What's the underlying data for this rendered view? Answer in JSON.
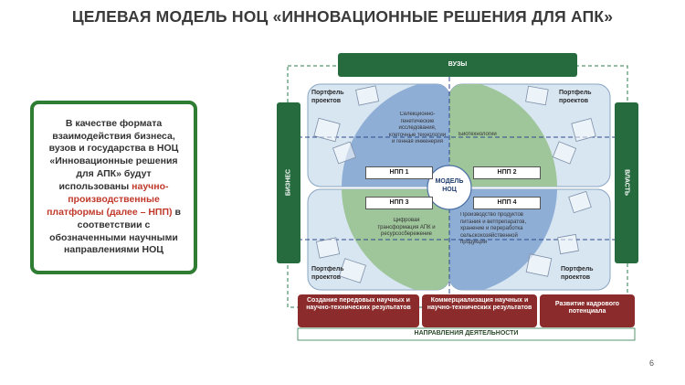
{
  "title": "ЦЕЛЕВАЯ МОДЕЛЬ НОЦ «ИННОВАЦИОННЫЕ РЕШЕНИЯ ДЛЯ АПК»",
  "callout": {
    "text_before": "В качестве формата взаимодействия бизнеса, вузов и государства в НОЦ «Инновационные решения для АПК» будут использованы ",
    "highlight": "научно-производственные платформы (далее – НПП)",
    "text_after": " в соответствии с обозначенными научными направлениями НОЦ"
  },
  "diagram": {
    "top_bar": "ВУЗЫ",
    "left_bar": "БИЗНЕС",
    "right_bar": "ВЛАСТЬ",
    "center": "МОДЕЛЬ НОЦ",
    "portfolio_label": "Портфель проектов",
    "quadrants": [
      {
        "npp": "НПП 1",
        "text": "Селекционно-генетические исследования, клеточные технологии и генная инженерия"
      },
      {
        "npp": "НПП 2",
        "text": "Биотехнологии"
      },
      {
        "npp": "НПП 3",
        "text": "Цифровая трансформация АПК и ресурсосбережение"
      },
      {
        "npp": "НПП 4",
        "text": "Производство продуктов питания и ветпрепаратов, хранение и переработка сельскохозяйственной продукции"
      }
    ],
    "activities": [
      "Создание передовых научных и научно-технических результатов",
      "Коммерциализация научных и научно-технических результатов",
      "Развитие кадрового потенциала"
    ],
    "activities_label": "НАПРАВЛЕНИЯ ДЕЯТЕЛЬНОСТИ"
  },
  "page_number": "6",
  "colors": {
    "green_dark": "#256b3e",
    "red_dark": "#8b2b2b",
    "blue_circle": "#8faed6",
    "green_circle": "#9fc59a",
    "panel": "#d8e6f2"
  }
}
